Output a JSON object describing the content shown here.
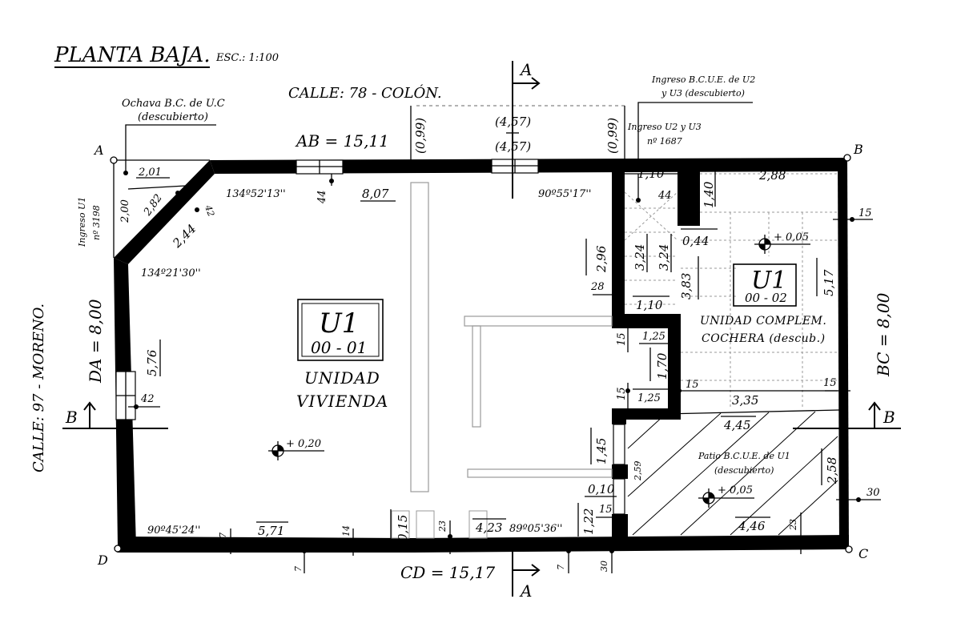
{
  "title": "PLANTA BAJA.",
  "scale": "ESC.: 1:100",
  "streets": {
    "top": "CALLE: 78 - COLÓN.",
    "left": "CALLE: 97 - MORENO."
  },
  "corners": {
    "a": "A",
    "b": "B",
    "c": "C",
    "d": "D"
  },
  "sides": {
    "ab": "AB = 15,11",
    "bc": "BC = 8,00",
    "cd": "CD = 15,17",
    "da": "DA = 8,00"
  },
  "cuts": {
    "a_top": "A",
    "a_bottom": "A",
    "b_left": "B",
    "b_right": "B"
  },
  "units": {
    "u1_vivienda": {
      "name": "U1",
      "code": "00 - 01",
      "desc_line1": "UNIDAD",
      "desc_line2": "VIVIENDA",
      "level": "+ 0,20"
    },
    "u1_cochera": {
      "name": "U1",
      "code": "00 - 02",
      "desc_line1": "UNIDAD COMPLEM.",
      "desc_line2": "COCHERA (descub.)",
      "level": "+ 0,05"
    }
  },
  "notes": {
    "ochava_line1": "Ochava B.C. de U.C",
    "ochava_line2": "(descubierto)",
    "ingreso_bcue_line1": "Ingreso B.C.U.E. de U2",
    "ingreso_bcue_line2": "y U3 (descubierto)",
    "ingreso_u2u3_line1": "Ingreso U2 y U3",
    "ingreso_u2u3_line2": "nº 1687",
    "ingreso_u1_line1": "Ingreso U1",
    "ingreso_u1_line2": "nº 3198",
    "patio_line1": "Patio B.C.U.E. de U1",
    "patio_line2": "(descubierto)",
    "patio_level": "+ 0,05"
  },
  "angles": {
    "a1": "134º52'13''",
    "a2": "134º21'30''",
    "b": "90º55'17''",
    "d": "90º45'24''",
    "c": "89º05'36''"
  },
  "dimensions": {
    "d_0_99_left": "(0,99)",
    "d_4_57_top": "(4,57)",
    "d_4_57_bottom": "(4,57)",
    "d_0_99_right": "(0,99)",
    "d_2_01": "2,01",
    "d_2_00": "2,00",
    "d_2_82": "2,82",
    "d_2_44": "2,44",
    "d_42_diag": "42",
    "d_44_left": "44",
    "d_8_07": "8,07",
    "d_1_10_top": "1,10",
    "d_44_right": "44",
    "d_1_40": "1,40",
    "d_2_88": "2,88",
    "d_15_right_top": "15",
    "d_2_96": "2,96",
    "d_3_24_a": "3,24",
    "d_3_24_b": "3,24",
    "d_0_44": "0,44",
    "d_3_83": "3,83",
    "d_5_17": "5,17",
    "d_28": "28",
    "d_1_10_bottom": "1,10",
    "d_15_mid_a": "15",
    "d_1_25_a": "1,25",
    "d_1_70": "1,70",
    "d_15_mid_b": "15",
    "d_15_mid_c": "15",
    "d_1_25_b": "1,25",
    "d_3_35": "3,35",
    "d_15_right_mid": "15",
    "d_4_45": "4,45",
    "d_5_76": "5,76",
    "d_42_left": "42",
    "d_1_45": "1,45",
    "d_2_59": "2,59",
    "d_2_58": "2,58",
    "d_0_10": "0,10",
    "d_15_low": "15",
    "d_1_22": "1,22",
    "d_30_right": "30",
    "d_4_46": "4,46",
    "d_23_right": "23",
    "d_5_71": "5,71",
    "d_7_a": "7",
    "d_14": "14",
    "d_0_15": "0,15",
    "d_23_mid": "23",
    "d_4_23": "4,23",
    "d_7_b": "7",
    "d_7_c": "7",
    "d_30_bottom": "30"
  }
}
